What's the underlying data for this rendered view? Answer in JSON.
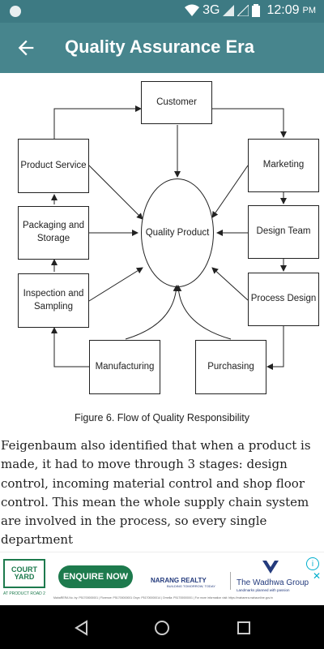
{
  "status_bar": {
    "network": "3G",
    "time": "12:09",
    "ampm": "PM"
  },
  "app_bar": {
    "title": "Quality Assurance Era"
  },
  "diagram": {
    "nodes": {
      "customer": "Customer",
      "product_service": "Product Service",
      "marketing": "Marketing",
      "quality_product": "Quality Product",
      "packaging_storage": "Packaging and Storage",
      "design_team": "Design Team",
      "inspection_sampling": "Inspection and Sampling",
      "process_design": "Process Design",
      "manufacturing": "Manufacturing",
      "purchasing": "Purchasing"
    },
    "caption": "Figure 6. Flow of Quality Responsibility"
  },
  "paragraph": "Feigenbaum also identified that when a product is made, it had to move through 3 stages: design control, incoming material control and shop floor control. This mean the whole supply chain system are involved in the process, so every single department",
  "ad": {
    "logo_text": "COURT YARD",
    "logo_sub": "AT PRODUCT ROAD 2",
    "button": "ENQUIRE NOW",
    "narang": "NARANG REALTY",
    "narang_sub": "BUILDING TOMORROW, TODAY",
    "wadhwa": "The Wadhwa Group",
    "wadhwa_sub": "Landmarks planned with passion",
    "info": "i",
    "close": "✕",
    "fine_print": "MahaRERA No. by: P51700000001 | Florence: P51700000001 Onyx: P51700000014 | Ornella: P51700000001 | For more information visit: https://maharera.mahaonline.gov.in"
  },
  "colors": {
    "status_bar": "#3d7a83",
    "app_bar": "#47858d",
    "ad_green": "#1d7a4d"
  }
}
